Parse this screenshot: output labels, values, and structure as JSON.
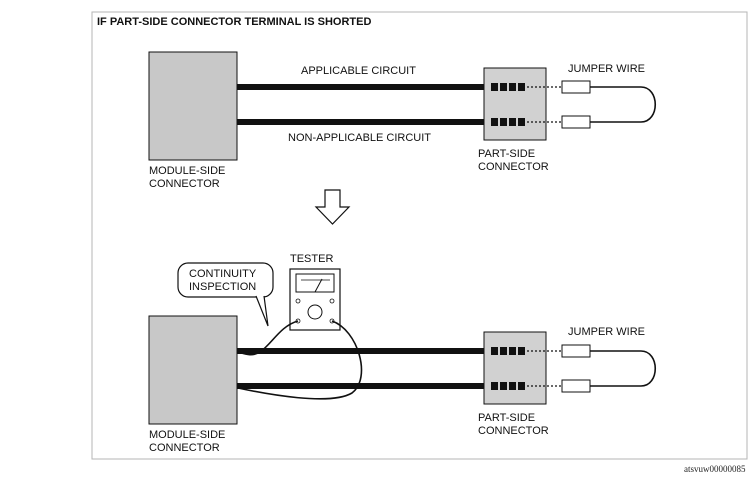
{
  "title": "IF PART-SIDE CONNECTOR TERMINAL IS SHORTED",
  "top_panel": {
    "applicable_circuit_label": "APPLICABLE CIRCUIT",
    "non_applicable_circuit_label": "NON-APPLICABLE CIRCUIT",
    "module_side_label_line1": "MODULE-SIDE",
    "module_side_label_line2": "CONNECTOR",
    "part_side_label_line1": "PART-SIDE",
    "part_side_label_line2": "CONNECTOR",
    "jumper_wire_label": "JUMPER WIRE"
  },
  "bottom_panel": {
    "tester_label": "TESTER",
    "continuity_label_line1": "CONTINUITY",
    "continuity_label_line2": "INSPECTION",
    "module_side_label_line1": "MODULE-SIDE",
    "module_side_label_line2": "CONNECTOR",
    "part_side_label_line1": "PART-SIDE",
    "part_side_label_line2": "CONNECTOR",
    "jumper_wire_label": "JUMPER WIRE"
  },
  "footer": {
    "image_id": "atsvuw00000085"
  },
  "colors": {
    "stroke": "#111111",
    "connector_fill": "#c8c8c8",
    "frame": "#b5b5b5"
  },
  "icons": {
    "arrow": "down-arrow-icon",
    "meter": "multimeter-icon"
  }
}
